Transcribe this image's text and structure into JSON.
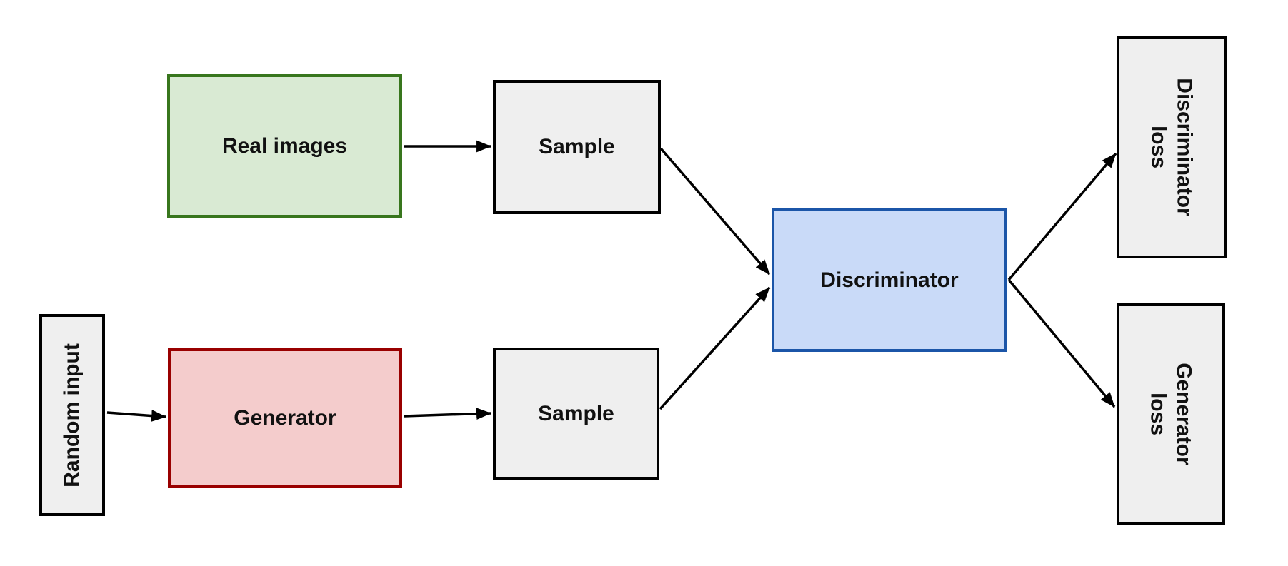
{
  "diagram": {
    "background_color": "#ffffff",
    "connector_color": "#000000",
    "nodes": [
      {
        "id": "real-images",
        "label": "Real images",
        "fill": "#d9ead3",
        "border": "#38761d",
        "orientation": "horizontal"
      },
      {
        "id": "sample-real",
        "label": "Sample",
        "fill": "#efefef",
        "border": "#000000",
        "orientation": "horizontal"
      },
      {
        "id": "random-input",
        "label": "Random input",
        "fill": "#efefef",
        "border": "#000000",
        "orientation": "vertical-bottom-to-top"
      },
      {
        "id": "generator",
        "label": "Generator",
        "fill": "#f4cccc",
        "border": "#990000",
        "orientation": "horizontal"
      },
      {
        "id": "sample-generated",
        "label": "Sample",
        "fill": "#efefef",
        "border": "#000000",
        "orientation": "horizontal"
      },
      {
        "id": "discriminator",
        "label": "Discriminator",
        "fill": "#c9daf8",
        "border": "#1b55a8",
        "orientation": "horizontal"
      },
      {
        "id": "discriminator-loss",
        "label": "Discriminator loss",
        "label_line1": "Discriminator",
        "label_line2": "loss",
        "fill": "#efefef",
        "border": "#000000",
        "orientation": "vertical-top-to-bottom"
      },
      {
        "id": "generator-loss",
        "label": "Generator loss",
        "label_line1": "Generator",
        "label_line2": "loss",
        "fill": "#efefef",
        "border": "#000000",
        "orientation": "vertical-top-to-bottom"
      }
    ],
    "edges": [
      {
        "from": "real-images",
        "to": "sample-real"
      },
      {
        "from": "sample-real",
        "to": "discriminator"
      },
      {
        "from": "random-input",
        "to": "generator"
      },
      {
        "from": "generator",
        "to": "sample-generated"
      },
      {
        "from": "sample-generated",
        "to": "discriminator"
      },
      {
        "from": "discriminator",
        "to": "discriminator-loss"
      },
      {
        "from": "discriminator",
        "to": "generator-loss"
      }
    ]
  }
}
